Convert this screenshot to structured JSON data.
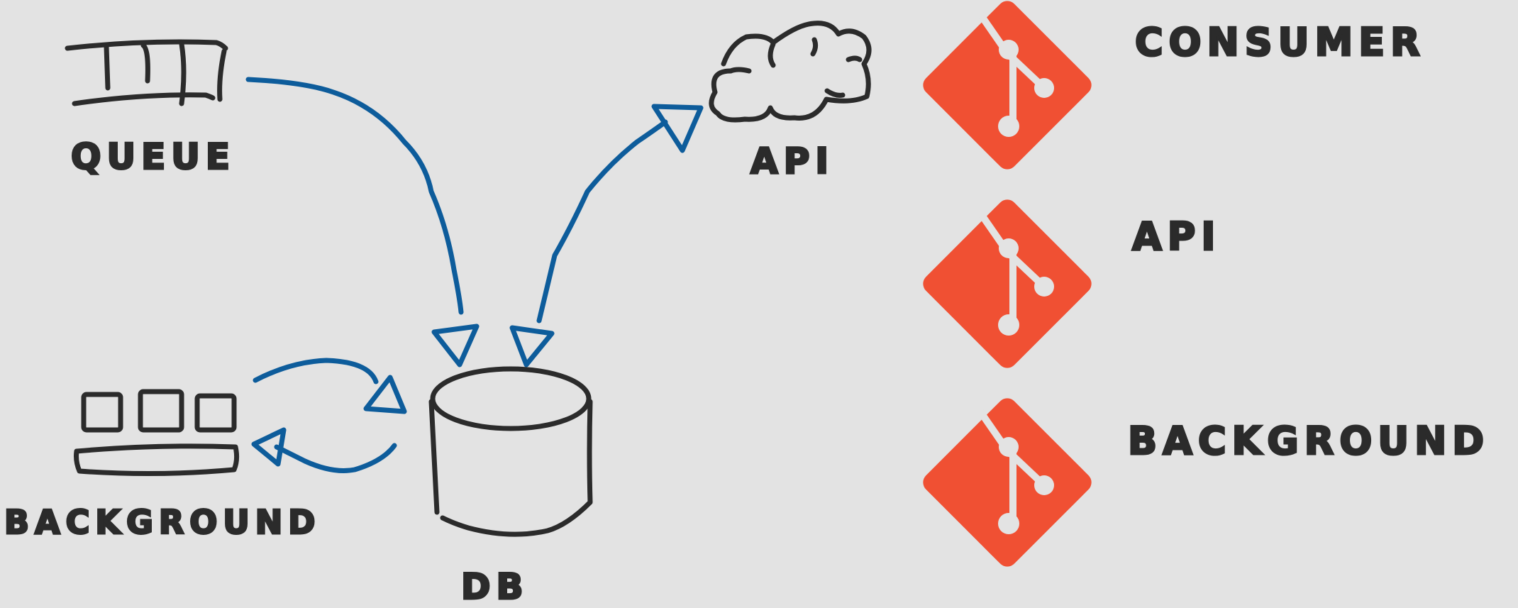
{
  "diagram": {
    "nodes": {
      "queue": {
        "label": "QUEUE"
      },
      "api_cloud": {
        "label": "API"
      },
      "background": {
        "label": "BACKGROUND"
      },
      "db": {
        "label": "DB"
      }
    },
    "repos": [
      {
        "label": "CONSUMER",
        "icon": "git-logo-icon"
      },
      {
        "label": "API",
        "icon": "git-logo-icon"
      },
      {
        "label": "BACKGROUND",
        "icon": "git-logo-icon"
      }
    ],
    "colors": {
      "background": "#e3e3e3",
      "ink": "#2b2b2b",
      "arrow": "#0d5c9b",
      "git_logo": "#f05033"
    }
  }
}
